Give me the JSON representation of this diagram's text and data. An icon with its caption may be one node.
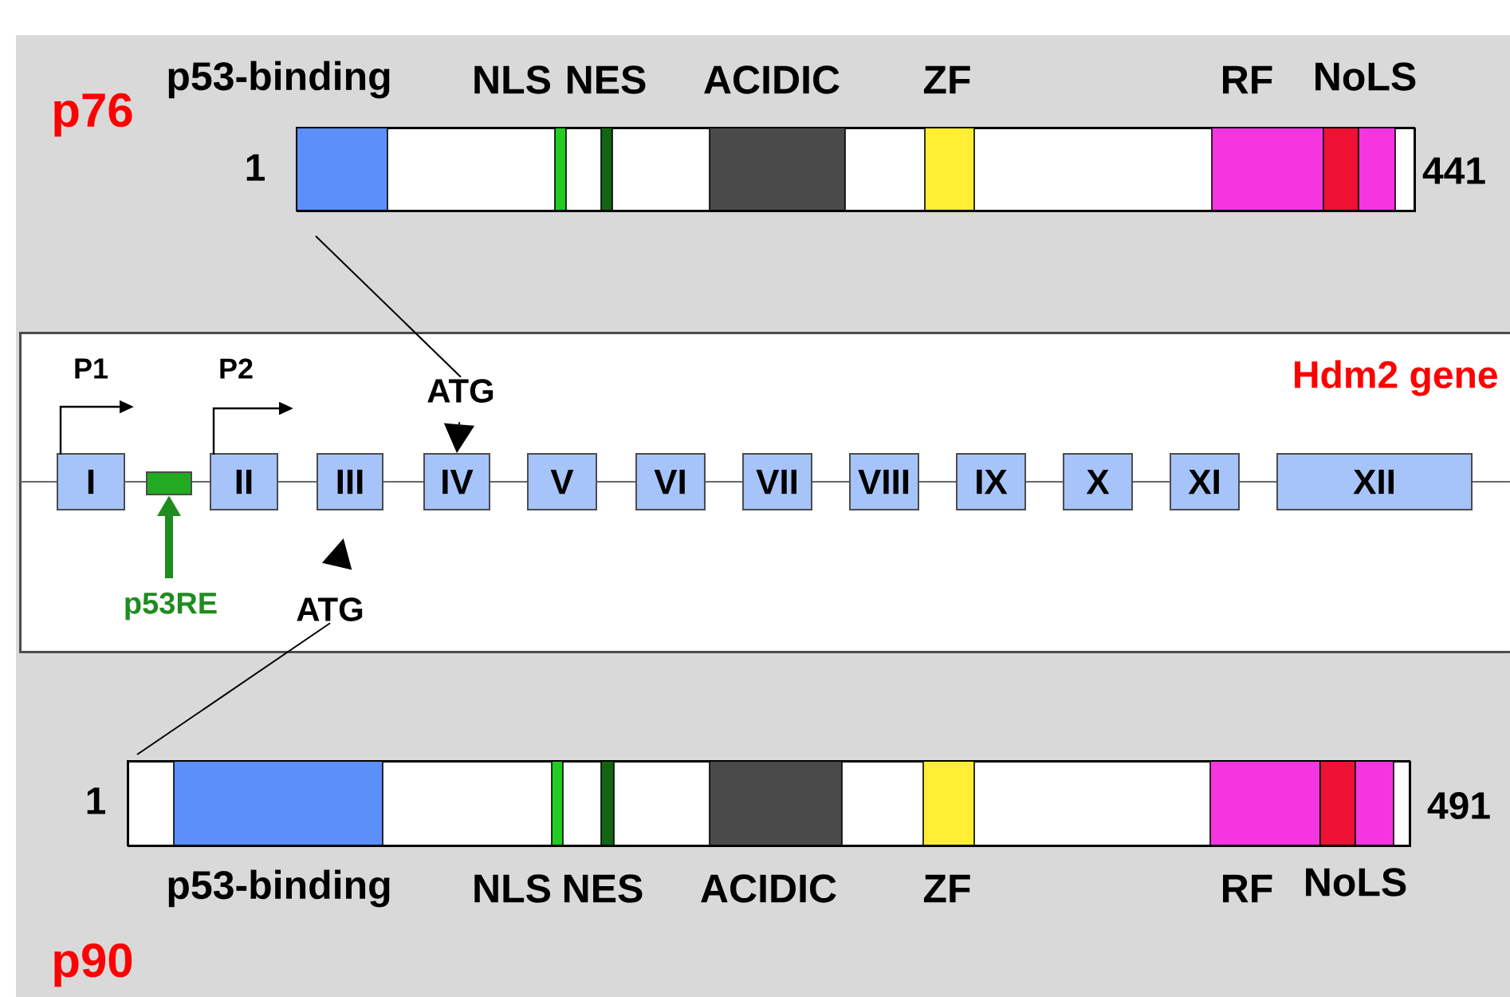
{
  "diagram": {
    "nodes": [
      {
        "text": [],
        "shape": "bar",
        "beside": [
          "p76",
          "p53-binding",
          "NLS",
          "NES",
          "ACIDIC",
          "ZF",
          "RF",
          "NoLS",
          "1",
          "441"
        ]
      },
      {
        "text": [
          "Hdm2 gene"
        ]
      },
      {
        "text": [
          "I"
        ],
        "in": 1
      },
      {
        "text": [],
        "shape": "box",
        "in": 1,
        "beside": [
          "p53RE"
        ]
      },
      {
        "text": [
          "II"
        ],
        "in": 1
      },
      {
        "text": [
          "III"
        ],
        "in": 1
      },
      {
        "text": [
          "IV"
        ],
        "in": 1
      },
      {
        "text": [
          "V"
        ],
        "in": 1
      },
      {
        "text": [
          "VI"
        ],
        "in": 1
      },
      {
        "text": [
          "VII"
        ],
        "in": 1
      },
      {
        "text": [
          "VIII"
        ],
        "in": 1
      },
      {
        "text": [
          "IX"
        ],
        "in": 1
      },
      {
        "text": [
          "X"
        ],
        "in": 1
      },
      {
        "text": [
          "XI"
        ],
        "in": 1
      },
      {
        "text": [
          "XII"
        ],
        "in": 1
      },
      {
        "text": [
          "ATG"
        ],
        "in": 1
      },
      {
        "text": [
          "ATG"
        ],
        "in": 1
      },
      {
        "text": [],
        "shape": "bar",
        "beside": [
          "1",
          "491",
          "p53-binding",
          "NLS",
          "NES",
          "ACIDIC",
          "ZF",
          "RF",
          "NoLS",
          "p90"
        ]
      }
    ],
    "edges": [
      {
        "from": 0,
        "to": 15,
        "arrow": "none"
      },
      {
        "from": 16,
        "to": 17,
        "arrow": "none"
      },
      {
        "from": null,
        "to": 3,
        "arrow": "to",
        "style": "thick",
        "color": "#1e8c1e"
      },
      {
        "from": 15,
        "to": 6,
        "arrow": "to"
      },
      {
        "from": 16,
        "to": 5,
        "arrow": "to"
      }
    ],
    "labels": [
      "P1",
      "P2"
    ]
  }
}
